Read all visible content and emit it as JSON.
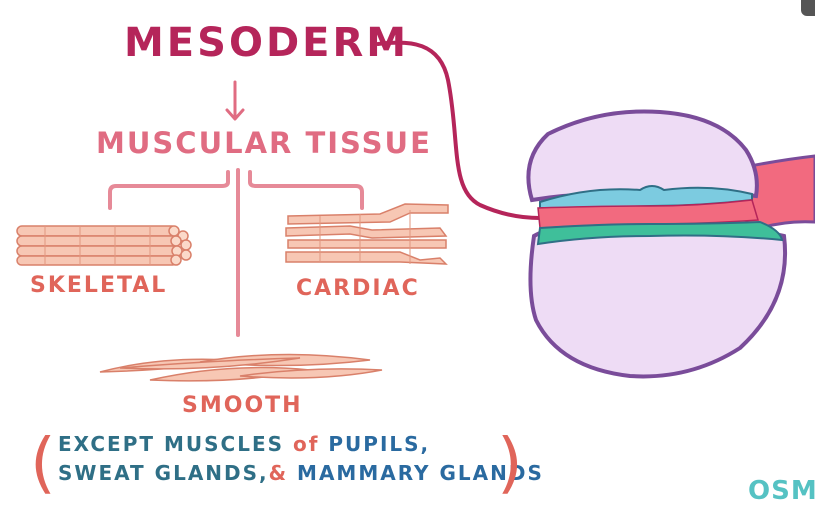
{
  "title": "MESODERM",
  "subtitle": "MUSCULAR TISSUE",
  "labels": {
    "skeletal": "SKELETAL",
    "cardiac": "CARDIAC",
    "smooth": "SMOOTH"
  },
  "note": {
    "open_paren": "(",
    "close_paren": ")",
    "line1": [
      "EXCEPT MUSCLES ",
      "of ",
      "PUPILS,"
    ],
    "line2": [
      "SWEAT GLANDS,",
      "& ",
      "MAMMARY GLANDS"
    ]
  },
  "logo": "OSM",
  "colors": {
    "title": "#b5255a",
    "subtitle": "#e06c82",
    "labels": "#e0655a",
    "note_dark": "#2f6f86",
    "note_blue": "#2a6aa0",
    "embryo_fill": "#eedcf5",
    "embryo_outline": "#7a4c9a",
    "mesoderm_layer": "#f26a7f",
    "ectoderm_layer": "#7ccbe0",
    "endoderm_layer": "#3fbf9a",
    "logo": "#55c2c3"
  }
}
